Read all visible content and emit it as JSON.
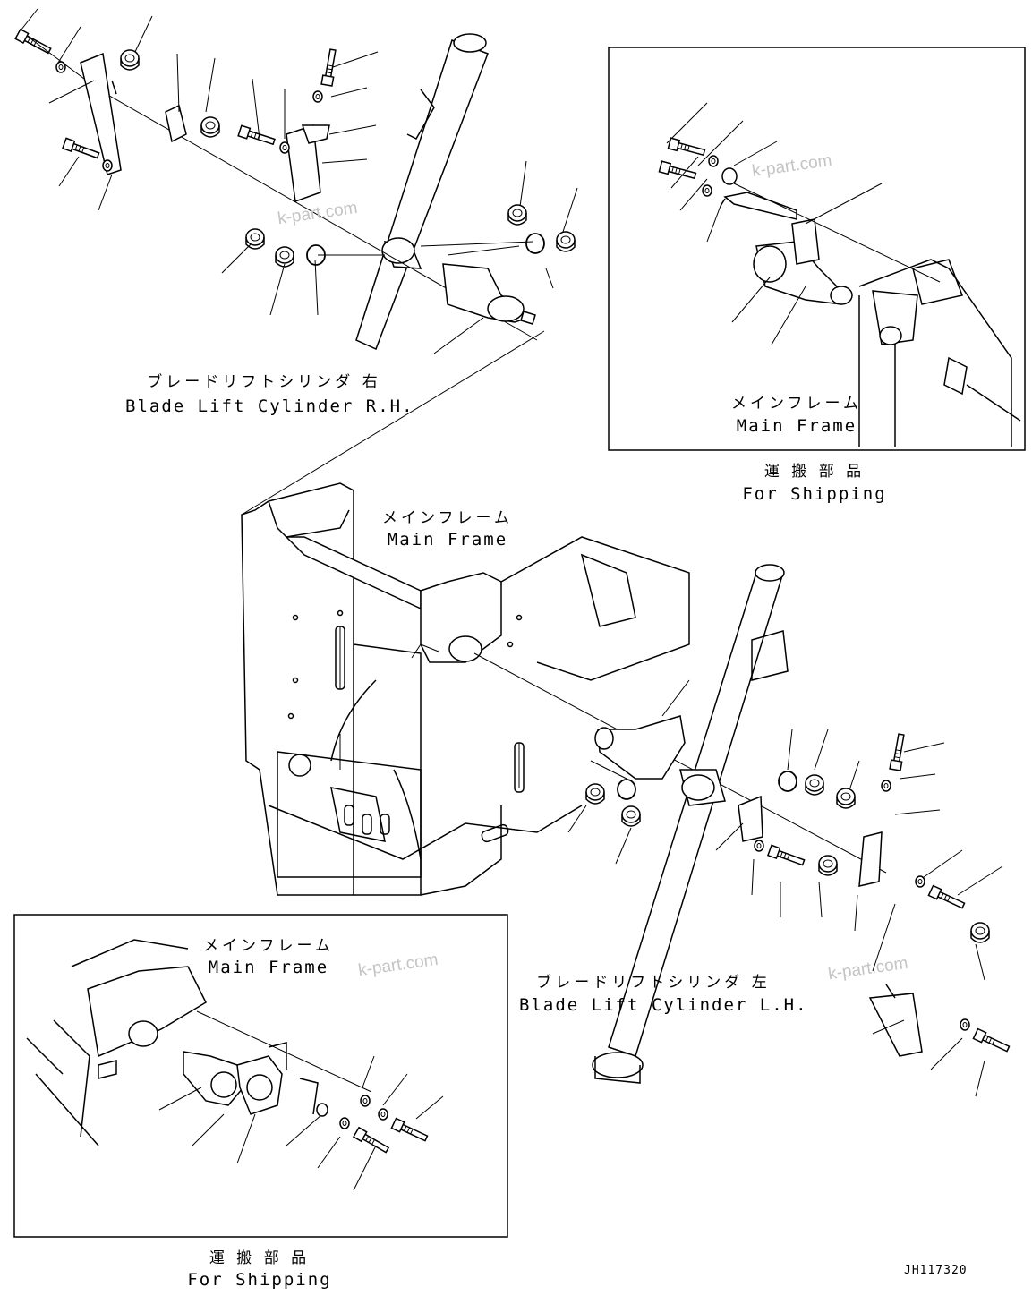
{
  "labels": {
    "rh_cylinder_jp": "ブレードリフトシリンダ 右",
    "rh_cylinder_en": "Blade Lift Cylinder R.H.",
    "lh_cylinder_jp": "ブレードリフトシリンダ 左",
    "lh_cylinder_en": "Blade Lift Cylinder L.H.",
    "main_frame_jp": "メインフレーム",
    "main_frame_en": "Main Frame",
    "inset_tr_frame_jp": "メインフレーム",
    "inset_tr_frame_en": "Main Frame",
    "inset_bl_frame_jp": "メインフレーム",
    "inset_bl_frame_en": "Main Frame",
    "shipping_tr_jp": "運 搬 部 品",
    "shipping_tr_en": "For Shipping",
    "shipping_bl_jp": "運 搬 部 品",
    "shipping_bl_en": "For Shipping"
  },
  "watermark": "k-part.com",
  "drawing_code": "JH117320"
}
